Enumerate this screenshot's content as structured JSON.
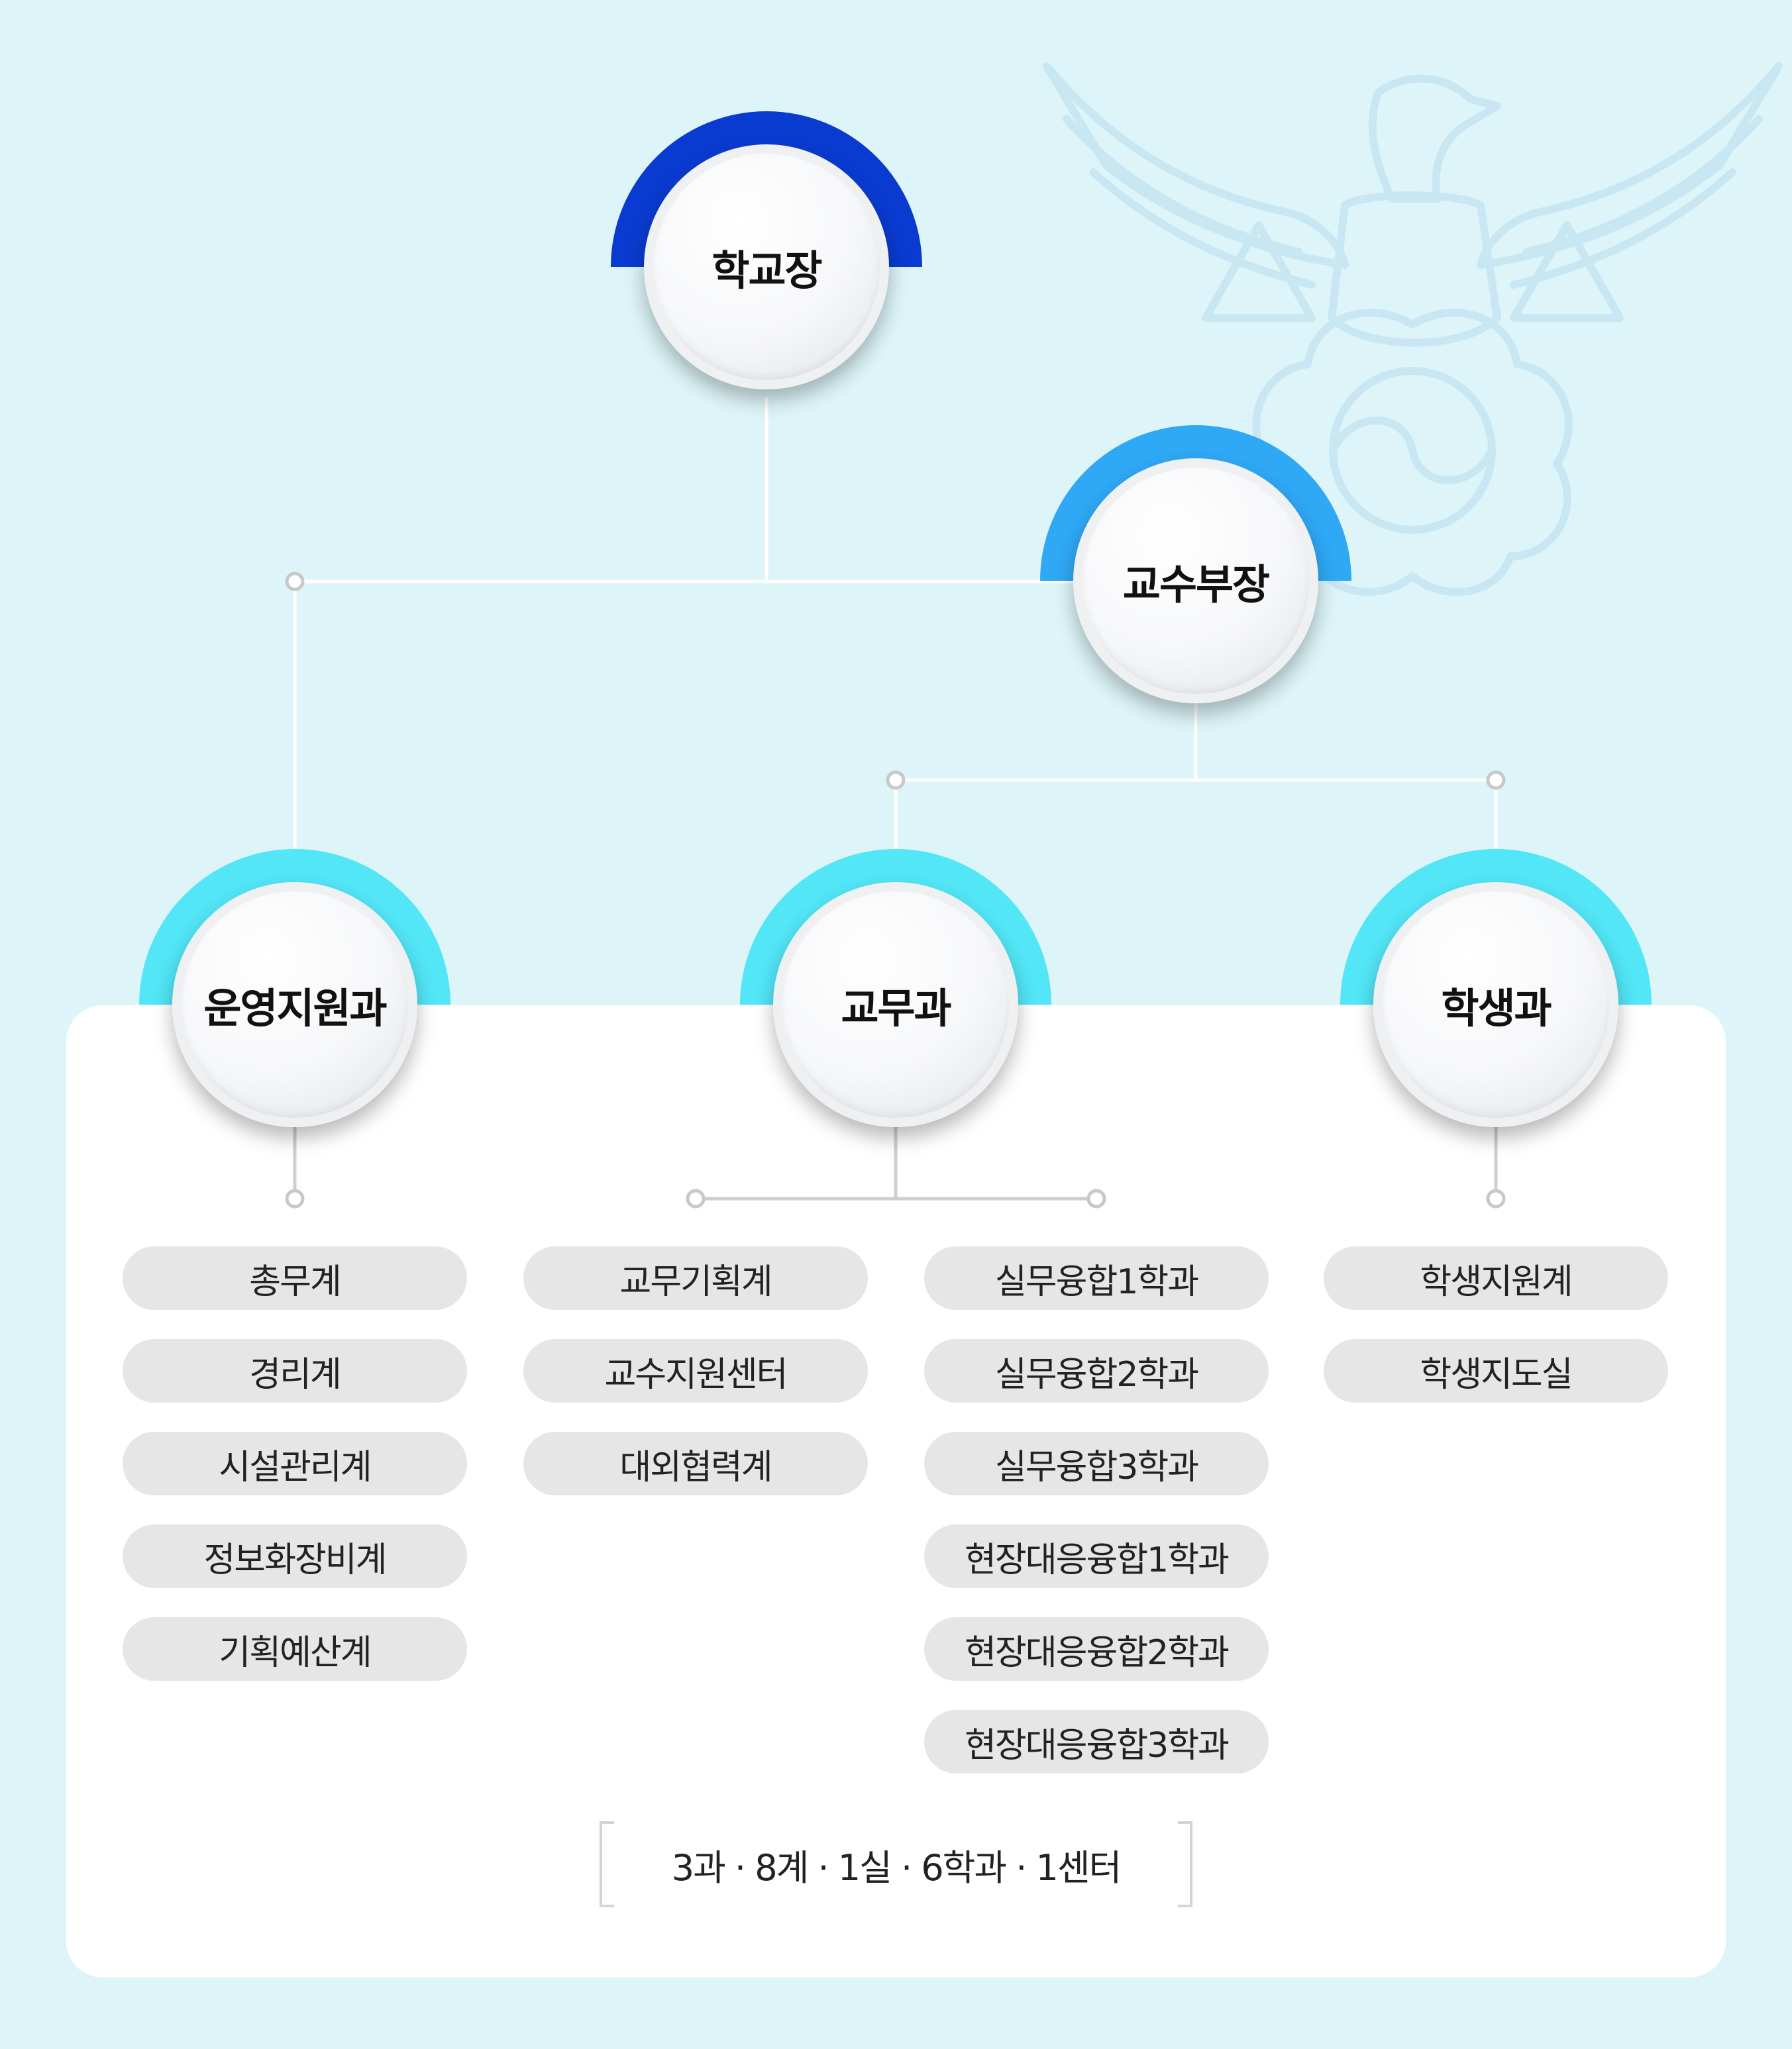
{
  "colors": {
    "background": "#ddf5f8",
    "panel": "#ffffff",
    "connector": "#ffffff",
    "connector_inner": "#c8c8c8",
    "pill": "#e6e6e6",
    "arc_principal": "#0a3bd0",
    "arc_vice": "#2fa8f5",
    "arc_department": "#52e6f7"
  },
  "emblem": {
    "icon": "police-eagle-emblem-icon"
  },
  "nodes": {
    "principal": {
      "label": "학교장"
    },
    "vice": {
      "label": "교수부장"
    },
    "operations": {
      "label": "운영지원과"
    },
    "academic": {
      "label": "교무과"
    },
    "student": {
      "label": "학생과"
    }
  },
  "lists": {
    "operations": [
      "총무계",
      "경리계",
      "시설관리계",
      "정보화장비계",
      "기획예산계"
    ],
    "academic_left": [
      "교무기획계",
      "교수지원센터",
      "대외협력계"
    ],
    "academic_right": [
      "실무융합1학과",
      "실무융합2학과",
      "실무융합3학과",
      "현장대응융합1학과",
      "현장대응융합2학과",
      "현장대응융합3학과"
    ],
    "student": [
      "학생지원계",
      "학생지도실"
    ]
  },
  "summary": "3과 · 8계 · 1실 · 6학과 · 1센터"
}
